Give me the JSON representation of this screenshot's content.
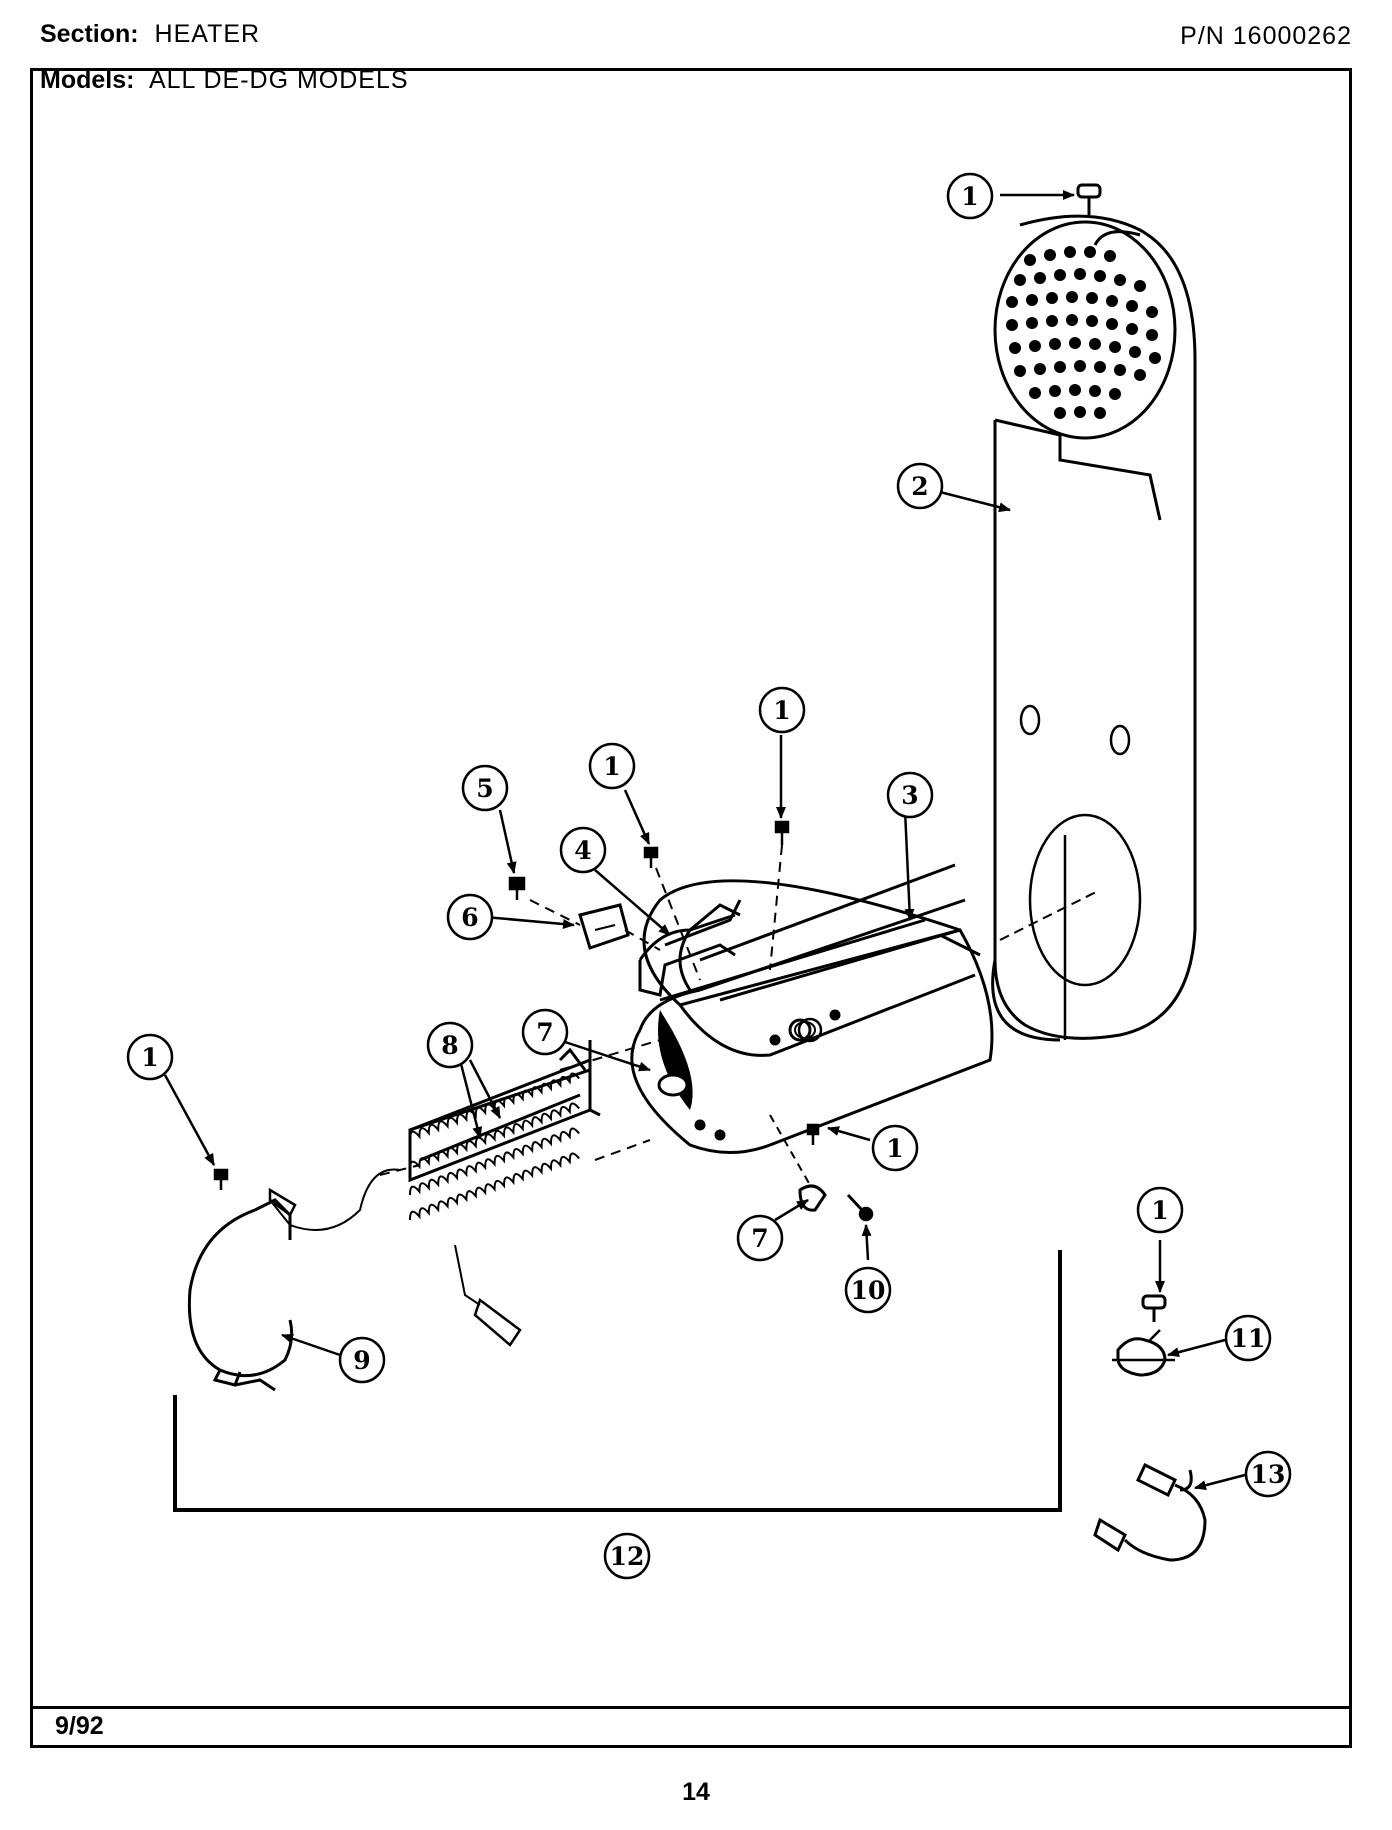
{
  "header": {
    "section_label": "Section:",
    "section_value": "HEATER",
    "part_number": "P/N 16000262",
    "models_label": "Models:",
    "models_value": "ALL DE-DG MODELS"
  },
  "footer": {
    "date": "9/92",
    "page_number": "14"
  },
  "callouts": [
    "1",
    "1",
    "1",
    "1",
    "1",
    "1",
    "2",
    "3",
    "4",
    "5",
    "6",
    "7",
    "7",
    "8",
    "9",
    "10",
    "11",
    "12",
    "13"
  ]
}
